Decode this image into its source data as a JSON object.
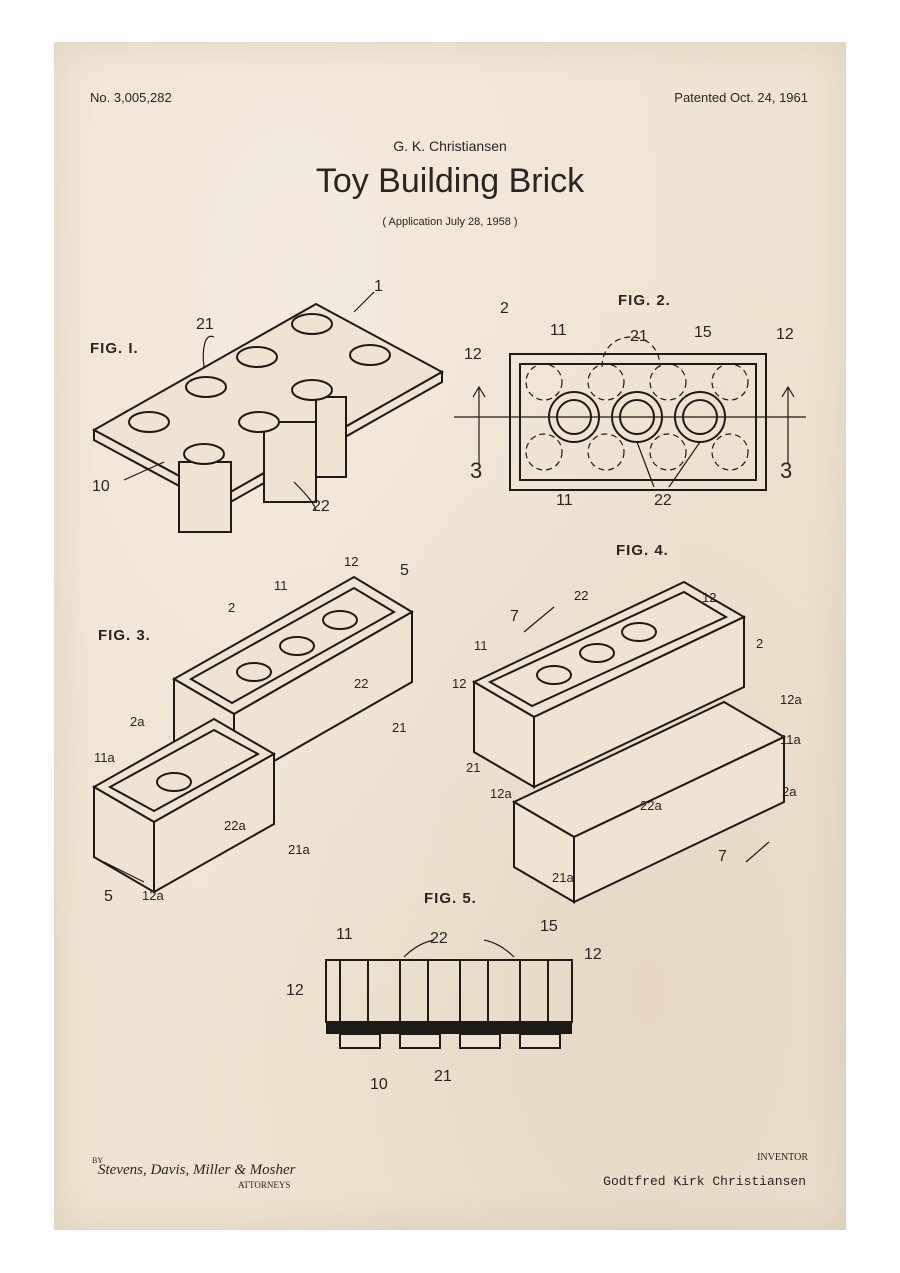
{
  "patent": {
    "number": "No. 3,005,282",
    "date": "Patented Oct. 24, 1961",
    "author": "G. K. Christiansen",
    "title": "Toy Building Brick",
    "application": "( Application  July 28, 1958 )"
  },
  "figures": {
    "fig1": "FIG. I.",
    "fig2": "FIG. 2.",
    "fig3": "FIG. 3.",
    "fig4": "FIG. 4.",
    "fig5": "FIG. 5."
  },
  "labels": {
    "f1_1": "1",
    "f1_21": "21",
    "f1_10": "10",
    "f1_22": "22",
    "f2_2": "2",
    "f2_11a": "11",
    "f2_21": "21",
    "f2_15": "15",
    "f2_12a": "12",
    "f2_12b": "12",
    "f2_3a": "3",
    "f2_3b": "3",
    "f2_11b": "11",
    "f2_22": "22",
    "f3_12": "12",
    "f3_5a": "5",
    "f3_11": "11",
    "f3_2": "2",
    "f3_22": "22",
    "f3_21": "21",
    "f3_2a": "2a",
    "f3_11a": "11a",
    "f3_22a": "22a",
    "f3_21a": "21a",
    "f3_5b": "5",
    "f3_12a": "12a",
    "f4_22": "22",
    "f4_12": "12",
    "f4_7a": "7",
    "f4_11": "11",
    "f4_2": "2",
    "f4_12b": "12",
    "f4_12a": "12a",
    "f4_11a": "11a",
    "f4_21": "21",
    "f4_12a2": "12a",
    "f4_22a": "22a",
    "f4_2a": "2a",
    "f4_7b": "7",
    "f4_21a": "21a",
    "f5_11": "11",
    "f5_22": "22",
    "f5_15": "15",
    "f5_12a": "12",
    "f5_12b": "12",
    "f5_10": "10",
    "f5_21": "21"
  },
  "footer": {
    "by": "BY",
    "signature": "Stevens, Davis, Miller & Mosher",
    "attorneys": "ATTORNEYS",
    "inventor_label": "INVENTOR",
    "inventor_name": "Godtfred Kirk Christiansen"
  }
}
